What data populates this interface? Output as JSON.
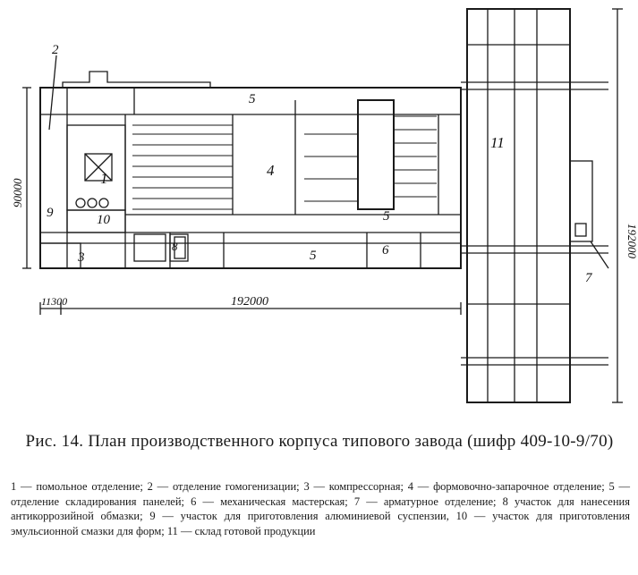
{
  "figure": {
    "labels": {
      "area_1": "1",
      "area_2": "2",
      "area_3": "3",
      "area_4": "4",
      "area_5a": "5",
      "area_5b": "5",
      "area_5c": "5",
      "area_6": "6",
      "area_7": "7",
      "area_8": "8",
      "area_9": "9",
      "area_10": "10",
      "area_11": "11"
    },
    "dimensions": {
      "height_left": "90000",
      "width_bottom": "192000",
      "offset_left": "11300",
      "height_right": "192000"
    }
  },
  "caption": {
    "title": "Рис. 14. План производственного корпуса типового завода (шифр 409-10-9/70)"
  },
  "legend": {
    "items": [
      "1 — помольное отделение;",
      "2 — отделение гомогенизации;",
      "3 — компрессорная;",
      "4 — формовочно-запарочное отделение;",
      "5 — отделение складирования панелей;",
      "6 — механическая мастерская;",
      "7 — арматурное отделение;",
      "8 участок для нанесения антикоррозийной обмазки;",
      "9 — участок для приготовления алюминиевой суспензии,",
      "10 — участок для приготовления эмульсионной смазки для форм;",
      "11 — склад готовой продукции"
    ]
  }
}
